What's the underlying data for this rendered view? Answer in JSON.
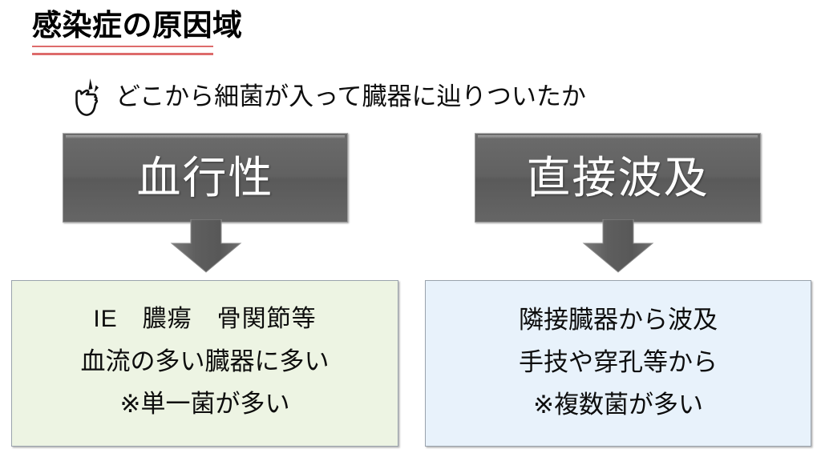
{
  "slide": {
    "title": "感染症の原因域",
    "subtitle": "どこから細菌が入って臓器に辿りついたか",
    "hand_icon_name": "pointing-hand-icon",
    "colors": {
      "title_underline": "#DD6B6B",
      "gray_box": "#616161",
      "gray_box_text": "#FFFFFF",
      "arrow": "#5F5F5F",
      "left_result_background": "#EDF4E3",
      "right_result_background": "#E8F2FB",
      "result_border": "#9AA3AD",
      "text": "#0D0D0D"
    }
  },
  "columns": [
    {
      "heading": "血行性",
      "arrow": "down-arrow",
      "result_lines": [
        "IE　膿瘍　骨関節等",
        "血流の多い臓器に多い",
        "※単一菌が多い"
      ]
    },
    {
      "heading": "直接波及",
      "arrow": "down-arrow",
      "result_lines": [
        "隣接臓器から波及",
        "手技や穿孔等から",
        "※複数菌が多い"
      ]
    }
  ]
}
